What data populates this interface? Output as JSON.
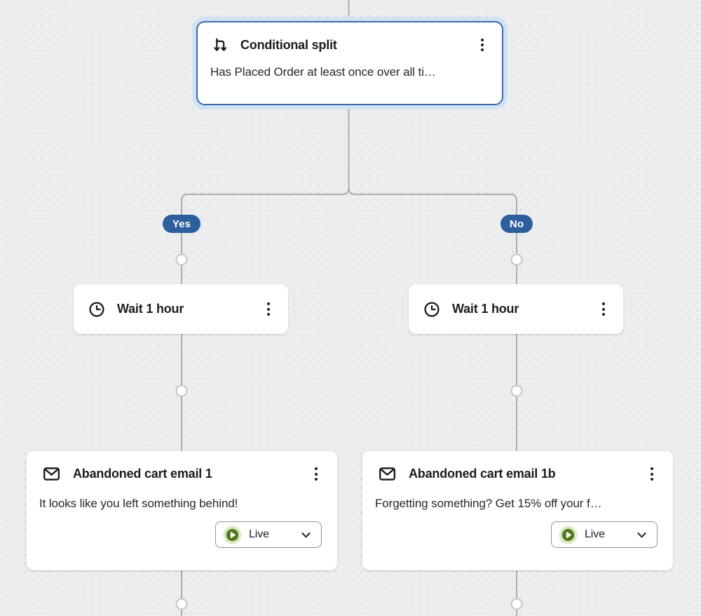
{
  "flow": {
    "canvas": {
      "background_color": "#ecedee",
      "dot_color": "#d2d4d6",
      "connector_color": "#a9adb0"
    },
    "conditional_split": {
      "title": "Conditional split",
      "subtitle": "Has Placed Order at least once over all ti…",
      "icon": "conditional-split-icon",
      "menu_icon": "kebab-menu-icon",
      "selected": true,
      "selection_border_color": "#3e68a9",
      "selection_halo_color": "#cfe2f4"
    },
    "branches": {
      "yes_label": "Yes",
      "no_label": "No",
      "badge_color": "#2d5f9e",
      "badge_text_color": "#ffffff"
    },
    "wait_left": {
      "title": "Wait 1 hour",
      "icon": "clock-icon",
      "menu_icon": "kebab-menu-icon"
    },
    "wait_right": {
      "title": "Wait 1 hour",
      "icon": "clock-icon",
      "menu_icon": "kebab-menu-icon"
    },
    "email_left": {
      "title": "Abandoned cart email 1",
      "subtitle": "It looks like you left something behind!",
      "icon": "email-icon",
      "menu_icon": "kebab-menu-icon",
      "status": {
        "label": "Live",
        "icon": "live-play-icon",
        "green": "#527a1e",
        "halo": "#dcebc6"
      }
    },
    "email_right": {
      "title": "Abandoned cart email 1b",
      "subtitle": "Forgetting something? Get 15% off your f…",
      "icon": "email-icon",
      "menu_icon": "kebab-menu-icon",
      "status": {
        "label": "Live",
        "icon": "live-play-icon",
        "green": "#527a1e",
        "halo": "#dcebc6"
      }
    }
  }
}
